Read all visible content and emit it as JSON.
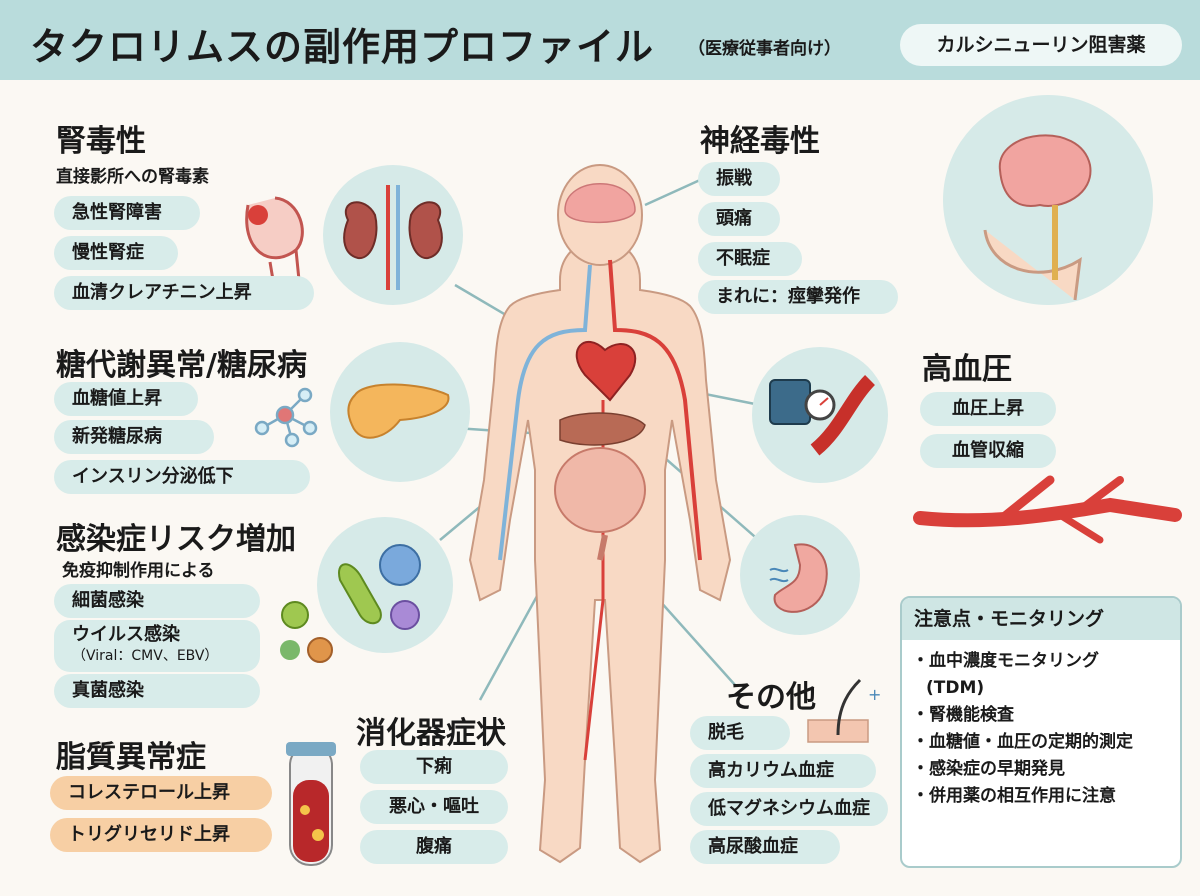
{
  "header": {
    "title": "タクロリムスの副作用プロファイル",
    "note": "（医療従事者向け）",
    "badge": "カルシニューリン阻害薬"
  },
  "sections": {
    "kidney": {
      "title": "腎毒性",
      "subtitle": "直接影所への腎毒素",
      "items": [
        "急性腎障害",
        "慢性腎症",
        "血清クレアチニン上昇"
      ]
    },
    "neuro": {
      "title": "神経毒性",
      "items": [
        "振戦",
        "頭痛",
        "不眠症",
        "まれに：痙攣発作"
      ]
    },
    "glucose": {
      "title": "糖代謝異常/糖尿病",
      "items": [
        "血糖値上昇",
        "新発糖尿病",
        "インスリン分泌低下"
      ]
    },
    "hypertension": {
      "title": "高血圧",
      "items": [
        "血圧上昇",
        "血管収縮"
      ]
    },
    "infection": {
      "title": "感染症リスク増加",
      "subtitle": "免疫抑制作用による",
      "items": [
        "細菌感染",
        "ウイルス感染",
        "真菌感染"
      ],
      "viral_note": "（Viral：CMV、EBV）"
    },
    "lipid": {
      "title": "脂質異常症",
      "items": [
        "コレステロール上昇",
        "トリグリセリド上昇"
      ]
    },
    "gi": {
      "title": "消化器症状",
      "items": [
        "下痢",
        "悪心・嘔吐",
        "腹痛"
      ]
    },
    "other": {
      "title": "その他",
      "items": [
        "脱毛",
        "高カリウム血症",
        "低マグネシウム血症",
        "高尿酸血症"
      ]
    },
    "monitoring": {
      "title": "注意点・モニタリング",
      "items": [
        "・血中濃度モニタリング",
        "(TDM)",
        "・腎機能検査",
        "・血糖値・血圧の定期的測定",
        "・感染症の早期発見",
        "・併用薬の相互作用に注意"
      ]
    }
  },
  "colors": {
    "header_bg": "#b9dcdc",
    "pill_teal": "#d8ecea",
    "pill_orange": "#f7cfa4",
    "skin": "#f8d9c4",
    "artery": "#d9403a",
    "vein": "#7fb3d9",
    "circle_bg": "#d6eae8"
  },
  "icons": [
    "brain-icon",
    "kidney-icon",
    "nephron-icon",
    "pancreas-icon",
    "molecule-icon",
    "blood-pressure-cuff-icon",
    "artery-icon",
    "stomach-icon",
    "microbe-icon",
    "blood-tube-icon",
    "hair-follicle-icon",
    "body-figure-icon",
    "heart-icon"
  ]
}
